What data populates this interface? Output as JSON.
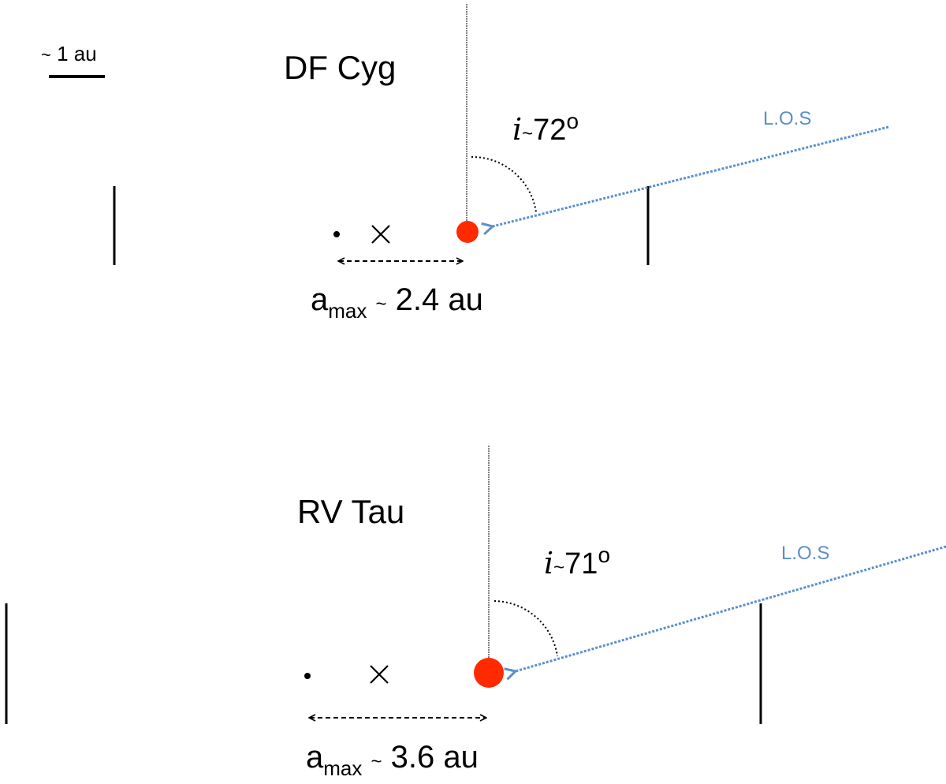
{
  "scale_bar": {
    "tilde": "~",
    "text": "1 au"
  },
  "colors": {
    "star": "#ff2a00",
    "los": "#5b8fcc",
    "ink": "#000000"
  },
  "panels": [
    {
      "title": "DF Cyg",
      "inclination": {
        "symbol": "i",
        "tilde": "~",
        "value": "72",
        "degree": "o"
      },
      "los_label": "L.O.S",
      "amax": {
        "a": "a",
        "sub": "max",
        "tilde": "~",
        "value": "2.4 au"
      }
    },
    {
      "title": "RV Tau",
      "inclination": {
        "symbol": "i",
        "tilde": "~",
        "value": "71",
        "degree": "o"
      },
      "los_label": "L.O.S",
      "amax": {
        "a": "a",
        "sub": "max",
        "tilde": "~",
        "value": "3.6 au"
      }
    }
  ]
}
